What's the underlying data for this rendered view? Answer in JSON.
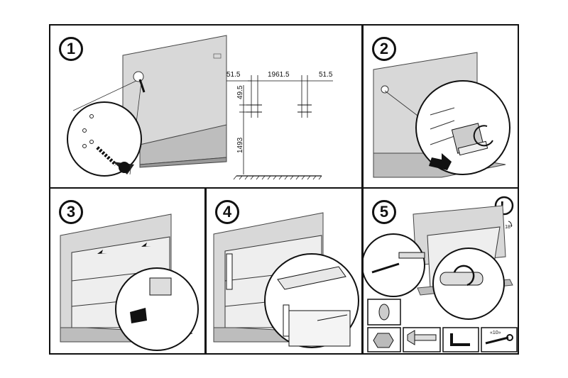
{
  "steps": [
    {
      "number": "1"
    },
    {
      "number": "2"
    },
    {
      "number": "3"
    },
    {
      "number": "4"
    },
    {
      "number": "5"
    }
  ],
  "dimensions": {
    "left_offset": "51.5",
    "span": "1961.5",
    "right_offset": "51.5",
    "drill_spacing": "49.5",
    "height_from_floor": "1493"
  },
  "warning": {
    "symbol": "!",
    "tilt_label": "max 18°"
  },
  "tools": {
    "wrench_size": "«10»"
  }
}
